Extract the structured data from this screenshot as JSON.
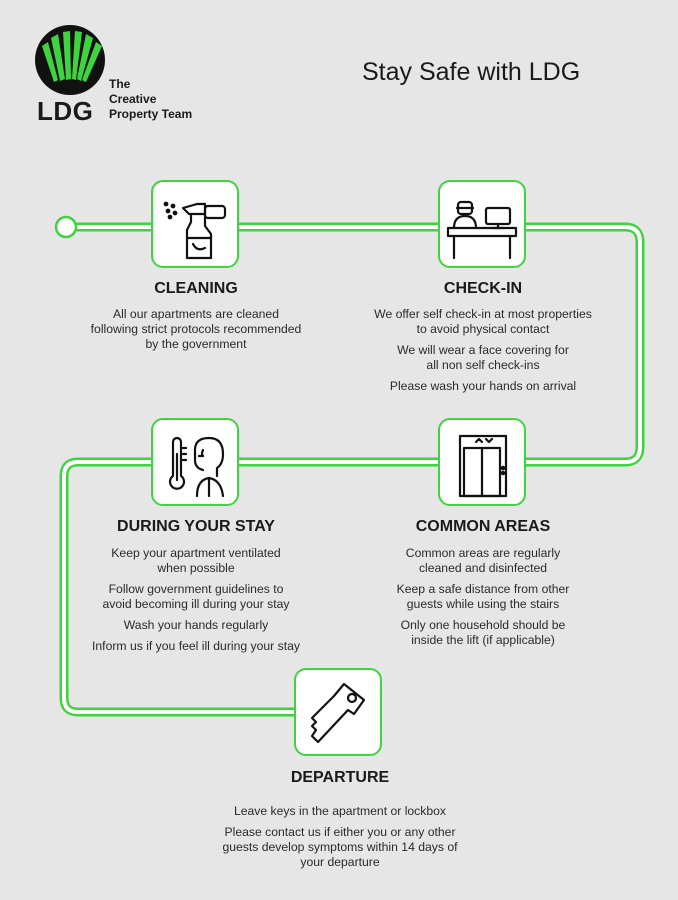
{
  "brand": {
    "letters": "LDG",
    "tagline_lines": [
      "The",
      "Creative",
      "Property Team"
    ],
    "accent": "#3fd33f",
    "logo_icon": "ldg-fan-logo"
  },
  "title": "Stay Safe with LDG",
  "steps": [
    {
      "icon": "spray-bottle-icon",
      "heading": "CLEANING",
      "lines": [
        "All our apartments are cleaned\nfollowing strict protocols recommended\nby the government"
      ]
    },
    {
      "icon": "reception-desk-icon",
      "heading": "CHECK-IN",
      "lines": [
        "We offer self check-in at most properties\nto avoid physical contact",
        "We will wear a face covering for\nall non self check-ins",
        "Please wash your hands on arrival"
      ]
    },
    {
      "icon": "thermometer-person-icon",
      "heading": "DURING YOUR STAY",
      "lines": [
        "Keep your apartment ventilated\nwhen possible",
        "Follow government guidelines to\navoid becoming ill during your stay",
        "Wash your hands regularly",
        "Inform us if you feel ill during your stay"
      ]
    },
    {
      "icon": "elevator-icon",
      "heading": "COMMON AREAS",
      "lines": [
        "Common areas are regularly\ncleaned and disinfected",
        "Keep a safe distance from other\nguests while using the stairs",
        "Only one household should be\ninside the lift (if applicable)"
      ]
    },
    {
      "icon": "key-icon",
      "heading": "DEPARTURE",
      "lines": [
        "Leave keys in the apartment or lockbox",
        "Please contact us if either you or any other\nguests develop symptoms within 14 days of\nyour departure"
      ]
    }
  ]
}
